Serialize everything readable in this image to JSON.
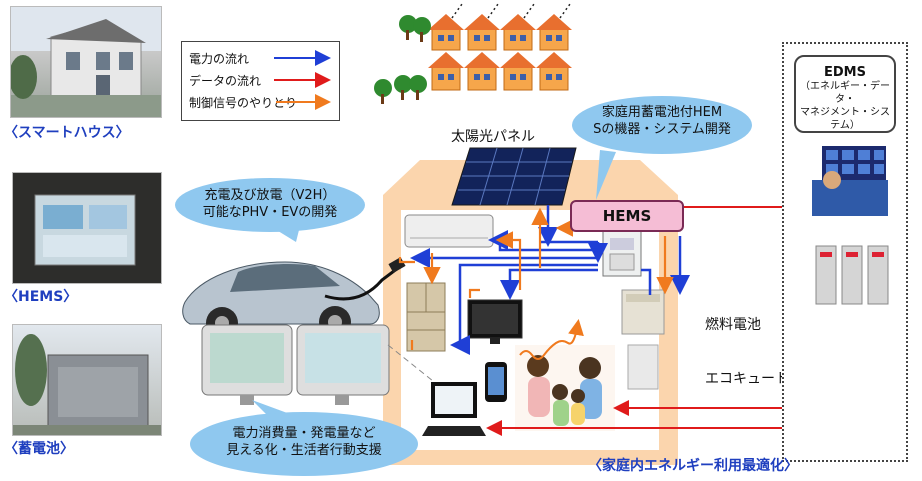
{
  "captions": {
    "smart_house": "〈スマートハウス〉",
    "hems": "〈HEMS〉",
    "battery": "〈蓄電池〉",
    "optimization": "〈家庭内エネルギー利用最適化〉"
  },
  "legend": {
    "power": "電力の流れ",
    "data": "データの流れ",
    "control": "制御信号のやりとり"
  },
  "labels": {
    "solar_panel": "太陽光パネル",
    "hems_box": "HEMS",
    "fuel_cell": "燃料電池",
    "ecocute": "エコキュート"
  },
  "bubbles": {
    "battery_hems": [
      "家庭用蓄電池付HEM",
      "Sの機器・システム開発"
    ],
    "v2h": [
      "充電及び放電（V2H）",
      "可能なPHV・EVの開発"
    ],
    "visualization": [
      "電力消費量・発電量など",
      "見える化・生活者行動支援"
    ]
  },
  "edms": {
    "title": "EDMS",
    "subtitle_1": "（エネルギー・データ・",
    "subtitle_2": "マネジメント・システム）"
  },
  "colors": {
    "power": "#1f3fd6",
    "data": "#e01b1b",
    "control": "#f07a1e",
    "house": "#fbd5ad",
    "bubble": "#8fc8ef"
  }
}
